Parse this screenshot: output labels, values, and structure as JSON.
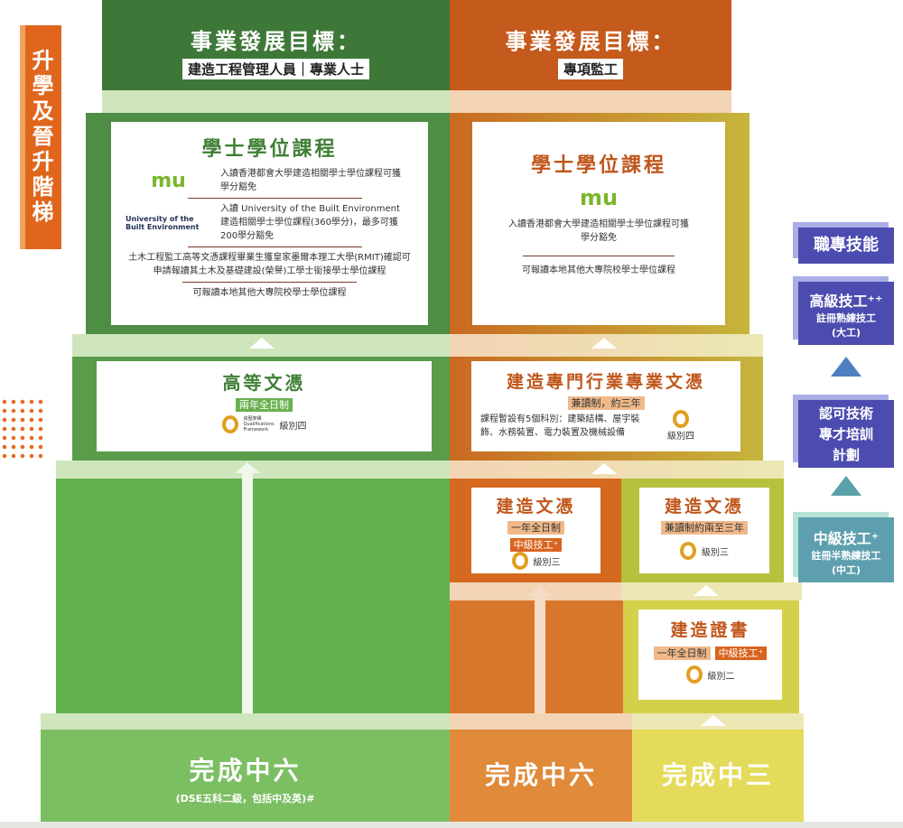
{
  "side_title": "升學及晉升階梯",
  "header_left": {
    "title": "事業發展目標：",
    "subtitle": "建造工程管理人員｜專業人士"
  },
  "header_right": {
    "title": "事業發展目標：",
    "subtitle": "專項監工"
  },
  "degree_left": {
    "title": "學士學位課程",
    "item1": "入讀香港都會大學建造相關學士學位課程可獲學分豁免",
    "item2": "入讀 University of the Built Environment 建造相關學士學位課程(360學分)，最多可獲200學分豁免",
    "item3": "土木工程監工高等文憑課程畢業生獲皇家墨爾本理工大學(RMIT)確認可申請報讀其土木及基礎建設(榮譽)工學士銜接學士學位課程",
    "item4": "可報讀本地其他大專院校學士學位課程",
    "logo1": "mu",
    "logo2": "University of the Built Environment"
  },
  "degree_right": {
    "title": "學士學位課程",
    "item1": "入讀香港都會大學建造相關學士學位課程可獲學分豁免",
    "item2": "可報讀本地其他大專院校學士學位課程",
    "logo1": "mu"
  },
  "hd_left": {
    "title": "高等文憑",
    "tag": "兩年全日制",
    "level": "級別四"
  },
  "hd_right": {
    "title": "建造專門行業專業文憑",
    "tag": "兼讀制，約三年",
    "desc": "課程暫設有5個科別：建築結構、屋宇裝飾、水務裝置、電力裝置及機械設備",
    "level": "級別四"
  },
  "dip_a": {
    "title": "建造文憑",
    "tag": "一年全日制",
    "tag2": "中級技工⁺",
    "level": "級別三"
  },
  "dip_b": {
    "title": "建造文憑",
    "tag": "兼讀制約兩至三年",
    "level": "級別三"
  },
  "cert": {
    "title": "建造證書",
    "tag": "一年全日制",
    "tag2": "中級技工⁺",
    "level": "級別二"
  },
  "qf_label": "資歷架構 Qualifications Framework",
  "bottom": {
    "s6_left": "完成中六",
    "s6_note": "(DSE五科二級，包括中及英)#",
    "s6_right": "完成中六",
    "s3": "完成中三"
  },
  "skills": {
    "header": "職專技能",
    "senior": "高級技工⁺⁺",
    "senior_sub": "註冊熟練技工",
    "senior_sub2": "(大工)",
    "scheme": "認可技術專才培訓計劃",
    "mid": "中級技工⁺",
    "mid_sub": "註冊半熟練技工",
    "mid_sub2": "(中工)"
  }
}
